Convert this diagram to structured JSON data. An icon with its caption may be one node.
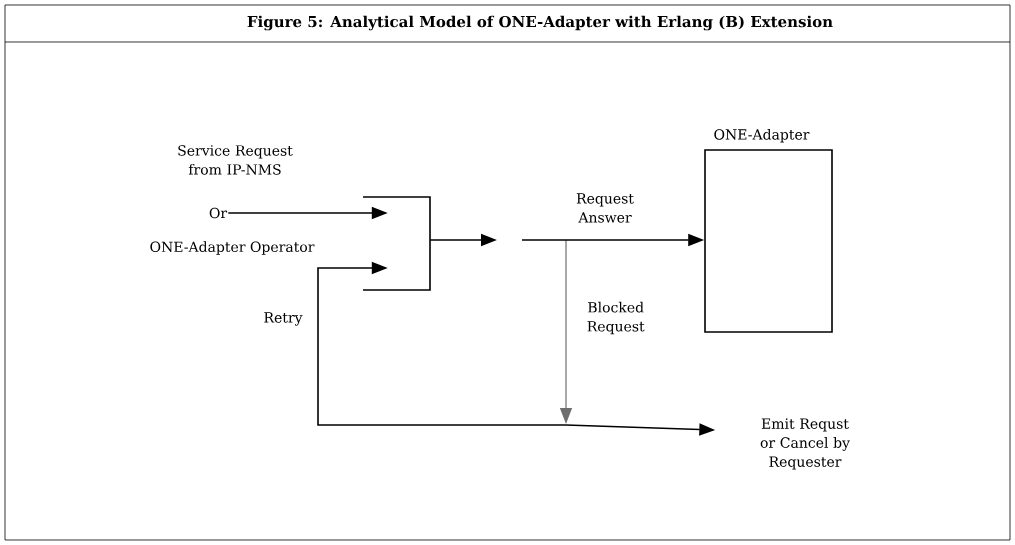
{
  "diagram": {
    "title": "Figure 5: Analytical Model of ONE-Adapter with Erlang (B) Extension",
    "nodes": [
      {
        "text": [
          "Service Request from IP-NMS",
          "Or",
          "ONE-Adapter Operator"
        ]
      },
      {
        "text": [],
        "shape": "box"
      },
      {
        "text": [
          "ONE-Adapter"
        ]
      },
      {
        "text": [
          "Emit Requst or Cancel by Requester"
        ]
      }
    ],
    "edges": [
      {
        "from": 0,
        "to": 1,
        "arrow": "to"
      },
      {
        "from": 1,
        "to": null,
        "arrow": "to"
      },
      {
        "from": null,
        "to": 2,
        "arrow": "to",
        "label": "Request Answer"
      },
      {
        "from": null,
        "to": 1,
        "arrow": "to",
        "label": "Retry"
      },
      {
        "from": null,
        "to": 3,
        "arrow": "to"
      }
    ],
    "labels": [
      "Blocked Request"
    ]
  }
}
